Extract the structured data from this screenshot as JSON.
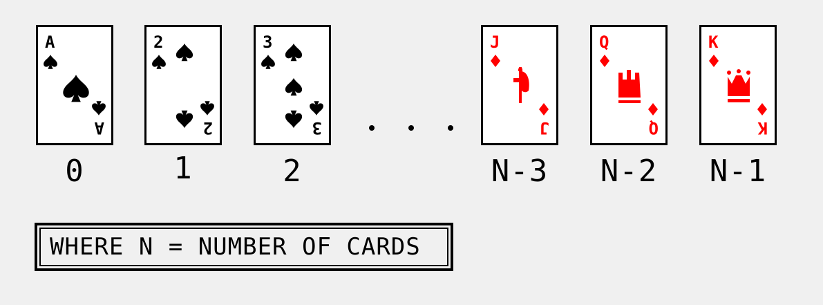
{
  "cards": [
    {
      "rank": "A",
      "suit": "spade",
      "index_label": "0",
      "color": "#000000"
    },
    {
      "rank": "2",
      "suit": "spade",
      "index_label": "1",
      "color": "#000000"
    },
    {
      "rank": "3",
      "suit": "spade",
      "index_label": "2",
      "color": "#000000"
    },
    {
      "rank": "J",
      "suit": "diamond",
      "index_label": "N-3",
      "color": "#ff0000"
    },
    {
      "rank": "Q",
      "suit": "diamond",
      "index_label": "N-2",
      "color": "#ff0000"
    },
    {
      "rank": "K",
      "suit": "diamond",
      "index_label": "N-1",
      "color": "#ff0000"
    }
  ],
  "note": "WHERE N = NUMBER OF CARDS"
}
